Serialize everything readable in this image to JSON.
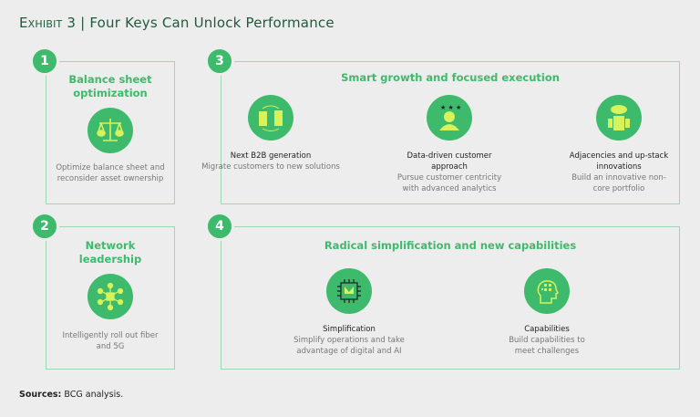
{
  "title": {
    "exhibit": "Exhibit 3",
    "sep": "|",
    "text": "Four Keys Can Unlock Performance"
  },
  "keys": [
    {
      "number": "1",
      "heading": "Balance sheet optimization",
      "items": [
        {
          "icon": "balance-scale-icon",
          "desc": "Optimize balance sheet and reconsider asset ownership"
        }
      ]
    },
    {
      "number": "2",
      "heading": "Network leadership",
      "items": [
        {
          "icon": "network-icon",
          "desc": "Intelligently roll out fiber and 5G"
        }
      ]
    },
    {
      "number": "3",
      "heading": "Smart growth and focused execution",
      "items": [
        {
          "icon": "buildings-migrate-icon",
          "title": "Next B2B generation",
          "desc": "Migrate customers to new solutions"
        },
        {
          "icon": "customer-stars-icon",
          "title": "Data-driven customer approach",
          "desc": "Pursue customer centricity with advanced analytics"
        },
        {
          "icon": "cloud-server-icon",
          "title": "Adjacencies and up-stack innovations",
          "desc": "Build an innovative non-core portfolio"
        }
      ]
    },
    {
      "number": "4",
      "heading": "Radical simplification and new capabilities",
      "items": [
        {
          "icon": "chip-icon",
          "title": "Simplification",
          "desc": "Simplify operations and take advantage of digital and AI"
        },
        {
          "icon": "head-brain-icon",
          "title": "Capabilities",
          "desc": "Build capabilities to meet challenges"
        }
      ]
    }
  ],
  "sources": {
    "label": "Sources:",
    "text": "BCG analysis."
  },
  "colors": {
    "green": "#3dba6b",
    "border": "#9dd8b0",
    "accent": "#d8f25a"
  }
}
